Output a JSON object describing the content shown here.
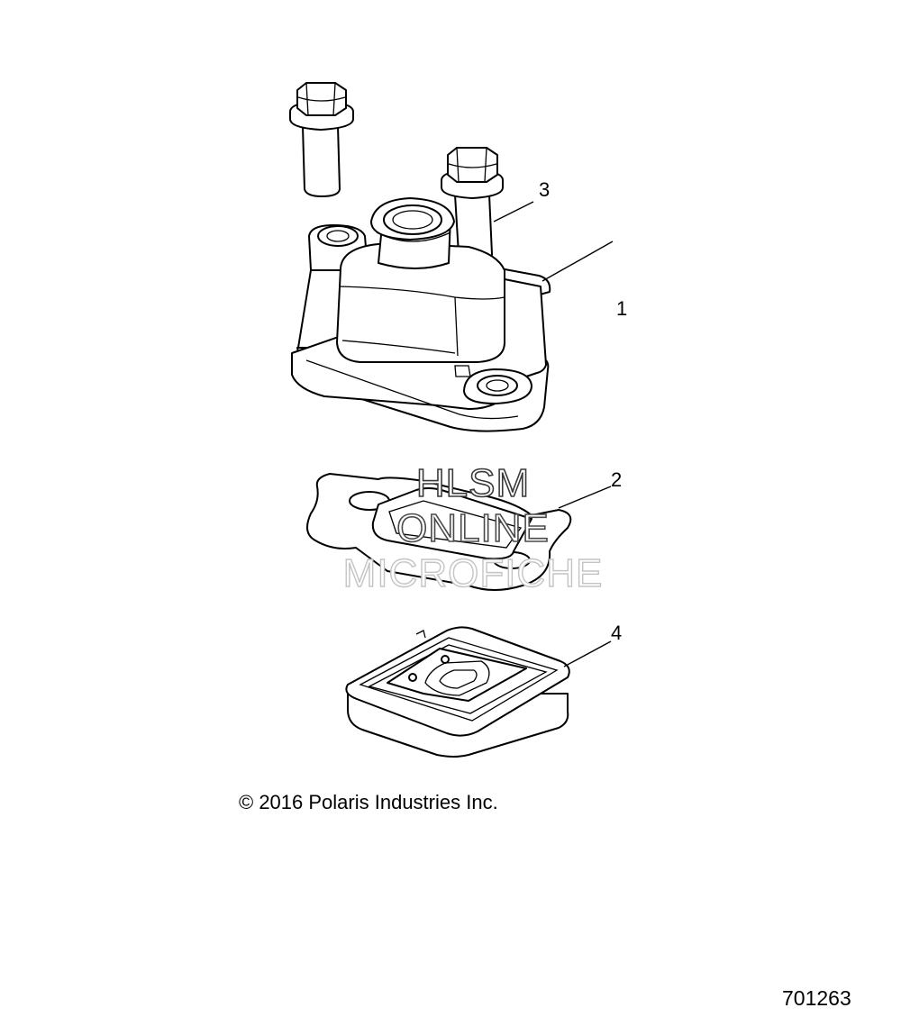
{
  "callouts": [
    {
      "id": "1",
      "label": "1"
    },
    {
      "id": "2",
      "label": "2"
    },
    {
      "id": "3",
      "label": "3"
    },
    {
      "id": "4",
      "label": "4"
    }
  ],
  "watermark": {
    "line1": "HLSM",
    "line2": "ONLINE",
    "line3": "MICROFICHE"
  },
  "copyright": "© 2016 Polaris Industries Inc.",
  "figure_number": "701263"
}
